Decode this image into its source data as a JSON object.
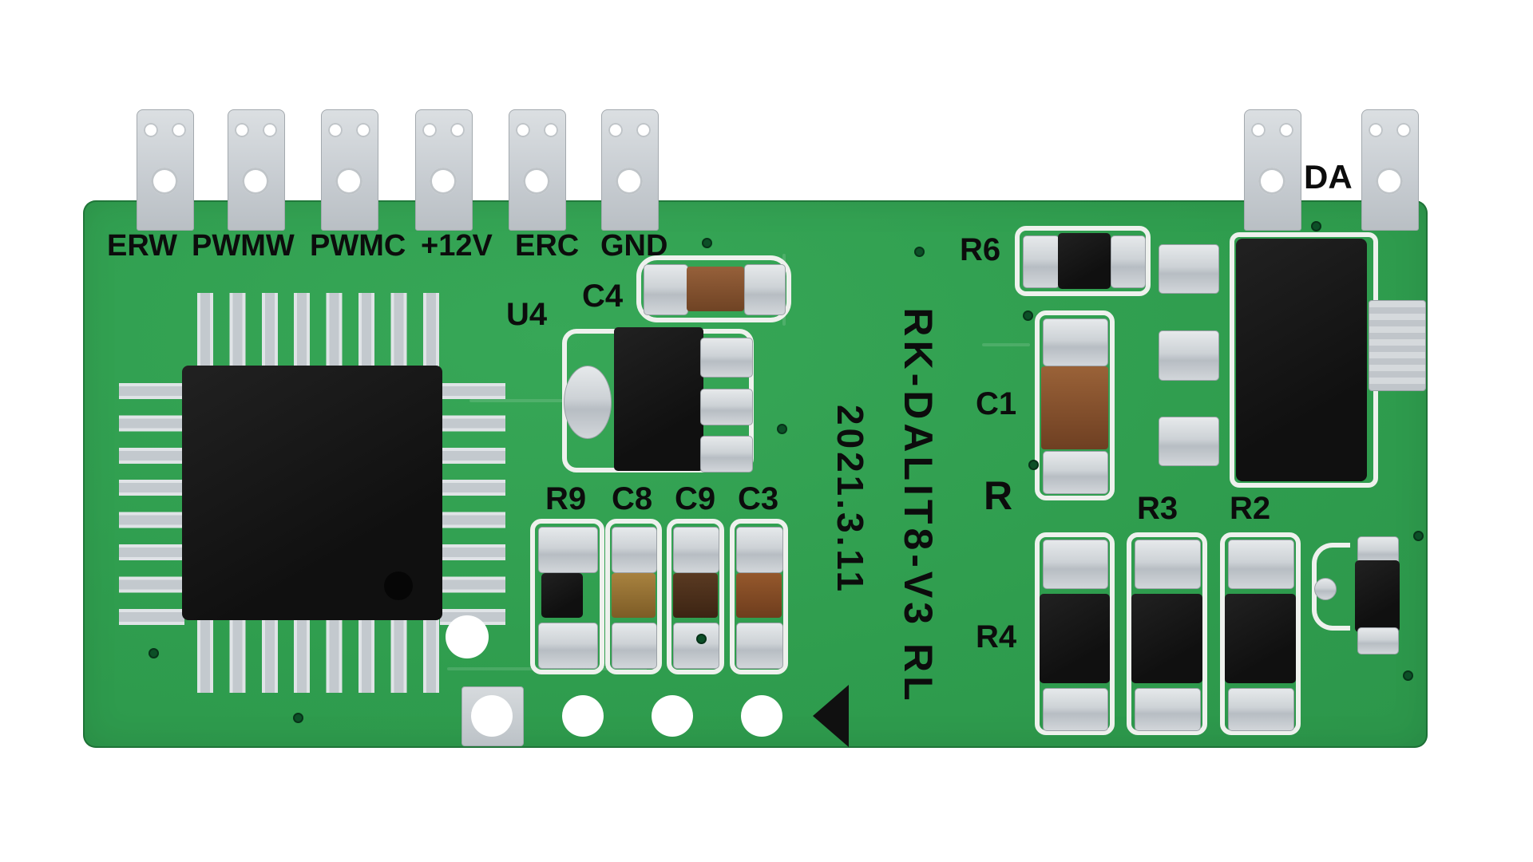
{
  "board": {
    "model_text": "RK-DALIT8-V3 RL",
    "date_text": "2021.3.11",
    "colors": {
      "pcb_green": "#2f9d4e",
      "silkscreen_white": "#eef1ed",
      "pad_silver": "#c9ced3",
      "component_black": "#141414",
      "capacitor_brown": "#8a5634",
      "via_dark_green": "#0c4f27",
      "label_black": "#0c0c0c",
      "background": "#ffffff"
    }
  },
  "connector_left": {
    "pins": [
      "ERW",
      "PWMW",
      "PWMC",
      "+12V",
      "ERC",
      "GND"
    ]
  },
  "connector_right": {
    "label": "DA"
  },
  "refs": {
    "u4": "U4",
    "c4": "C4",
    "r9": "R9",
    "c8": "C8",
    "c9": "C9",
    "c3": "C3",
    "r6": "R6",
    "c1": "C1",
    "r_partial": "R",
    "r3": "R3",
    "r2": "R2",
    "r4": "R4"
  }
}
